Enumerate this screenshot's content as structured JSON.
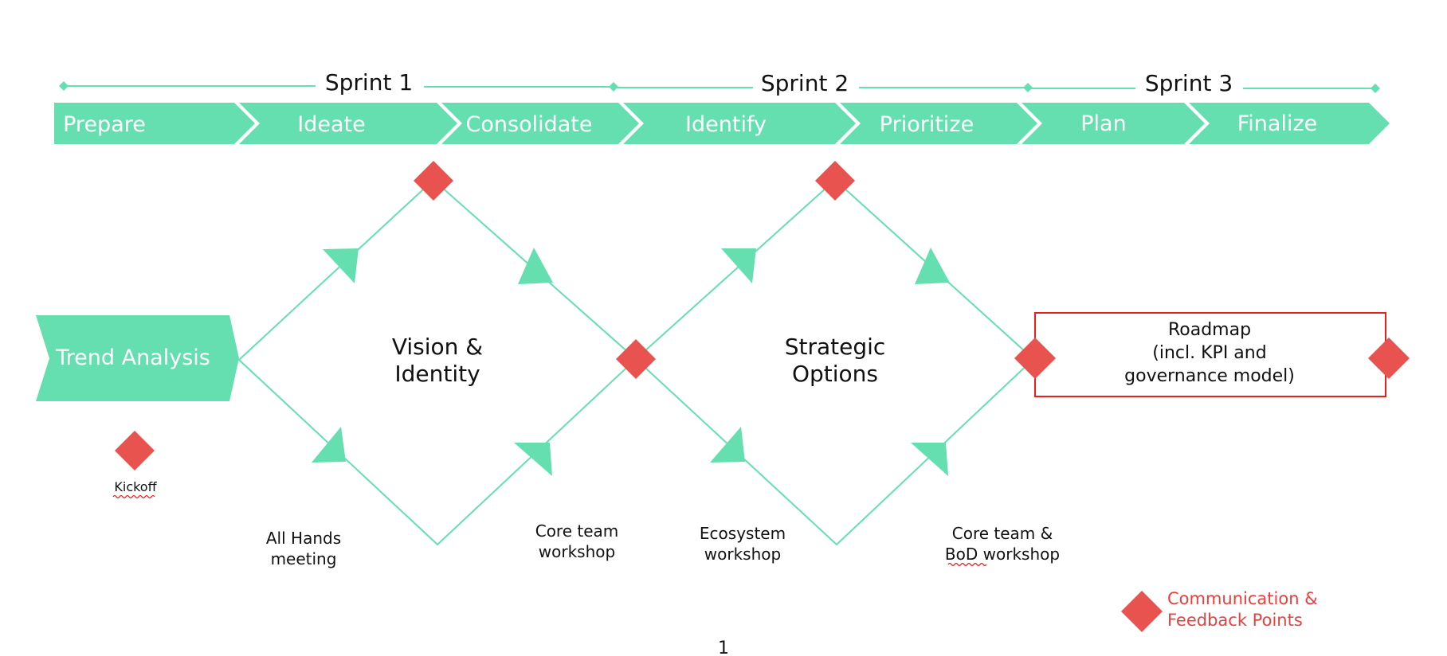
{
  "colors": {
    "accent": "#66dfb0",
    "feedback": "#e85350",
    "roadmap_border": "#e8201c",
    "text": "#111111"
  },
  "sprints": [
    {
      "label": "Sprint 1"
    },
    {
      "label": "Sprint 2"
    },
    {
      "label": "Sprint 3"
    }
  ],
  "phases": [
    {
      "label": "Prepare"
    },
    {
      "label": "Ideate"
    },
    {
      "label": "Consolidate"
    },
    {
      "label": "Identify"
    },
    {
      "label": "Prioritize"
    },
    {
      "label": "Plan"
    },
    {
      "label": "Finalize"
    }
  ],
  "trend": {
    "label": "Trend Analysis"
  },
  "diamond1": {
    "line1": "Vision &",
    "line2": "Identity"
  },
  "diamond2": {
    "line1": "Strategic",
    "line2": "Options"
  },
  "roadmap": {
    "line1": "Roadmap",
    "line2": "(incl. KPI and",
    "line3": "governance model)"
  },
  "kickoff": {
    "label": "Kickoff"
  },
  "meetings": {
    "all_hands": {
      "line1": "All Hands",
      "line2": "meeting"
    },
    "core_team": {
      "line1": "Core team",
      "line2": "workshop"
    },
    "ecosystem": {
      "line1": "Ecosystem",
      "line2": "workshop"
    },
    "core_bod": {
      "line1": "Core team &",
      "line2": "BoD workshop"
    }
  },
  "legend": {
    "line1": "Communication &",
    "line2": "Feedback Points"
  },
  "page_number": "1"
}
